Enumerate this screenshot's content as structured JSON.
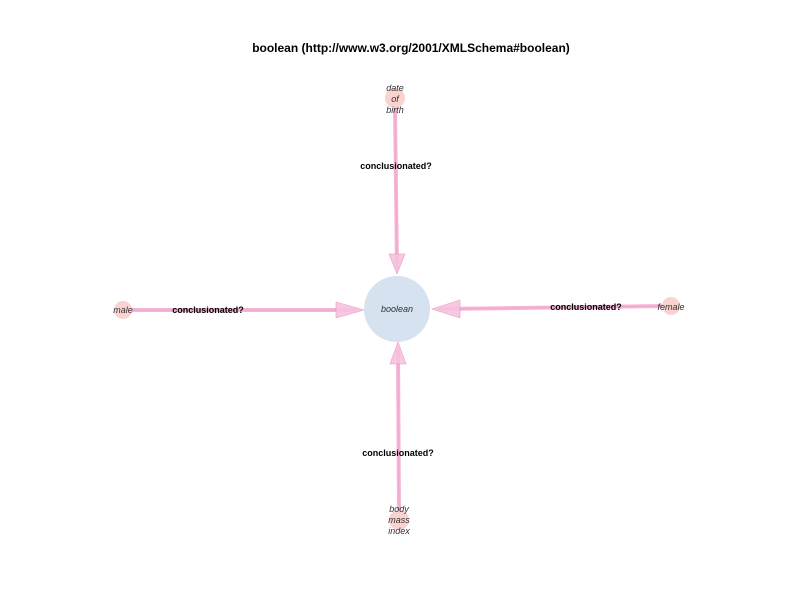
{
  "title": "boolean (http://www.w3.org/2001/XMLSchema#boolean)",
  "colors": {
    "center_node": "#d6e2ef",
    "leaf_node": "#f9d3d0",
    "edge": "#f4b6d6",
    "arrow": "#e98fc0"
  },
  "center_node": {
    "label": "boolean"
  },
  "leaf_nodes": {
    "date_of_birth": {
      "lines": [
        "date",
        "of",
        "birth"
      ]
    },
    "male": {
      "lines": [
        "male"
      ]
    },
    "female": {
      "lines": [
        "female"
      ]
    },
    "body_mass_index": {
      "lines": [
        "body",
        "mass",
        "index"
      ]
    }
  },
  "edges": {
    "top": {
      "label": "conclusionated?",
      "from": "date of birth",
      "to": "boolean"
    },
    "left": {
      "label": "conclusionated?",
      "from": "male",
      "to": "boolean"
    },
    "right": {
      "label": "conclusionated?",
      "from": "female",
      "to": "boolean"
    },
    "bottom": {
      "label": "conclusionated?",
      "from": "body mass index",
      "to": "boolean"
    }
  }
}
